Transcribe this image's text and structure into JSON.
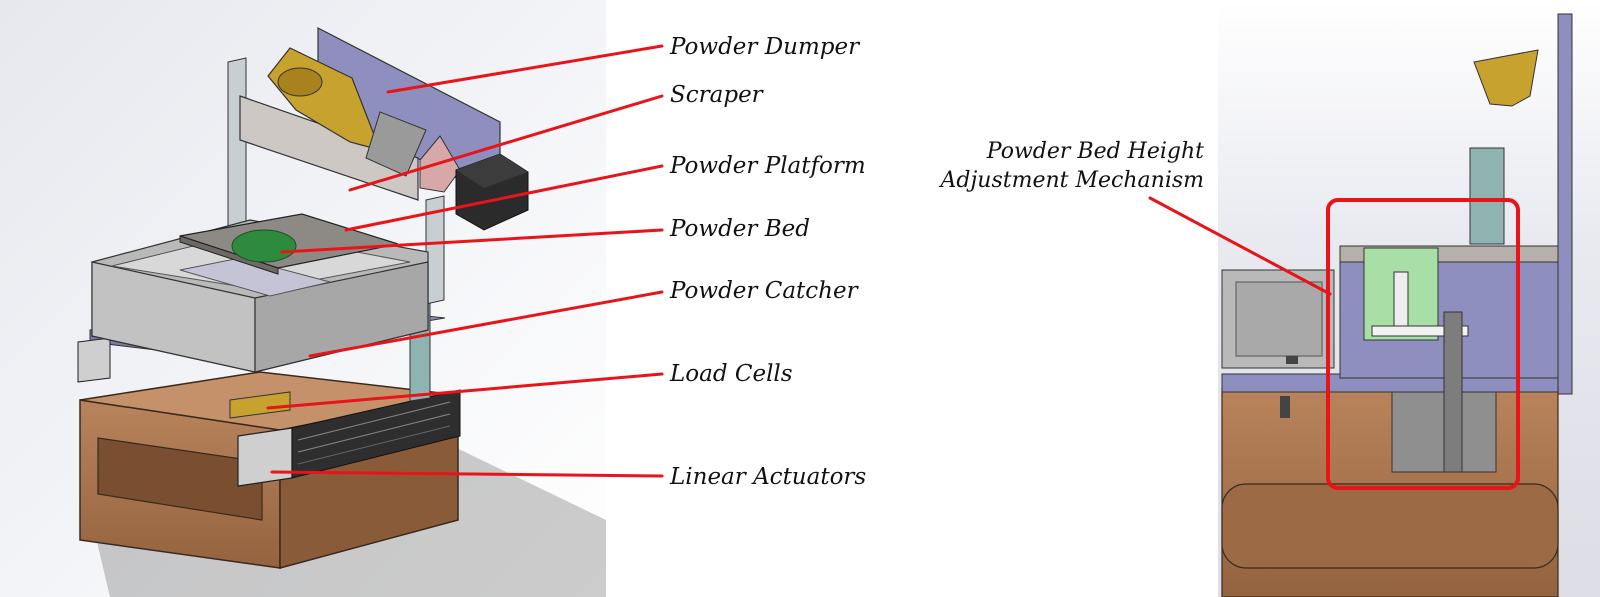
{
  "left_labels": [
    "Powder Dumper",
    "Scraper",
    "Powder Platform",
    "Powder Bed",
    "Powder Catcher",
    "Load Cells",
    "Linear Actuators"
  ],
  "right_label": {
    "line1": "Powder Bed Height",
    "line2": "Adjustment Mechanism"
  },
  "colors": {
    "leader_red": "#e8141a",
    "wood": "#a8754e",
    "steel": "#9b9b9b",
    "purple_plate": "#8e8fbf",
    "gold": "#c8a22e",
    "green_bed": "#2e8b3e",
    "teal_post": "#8fb3b0",
    "mint_block": "#a8dfa6"
  }
}
